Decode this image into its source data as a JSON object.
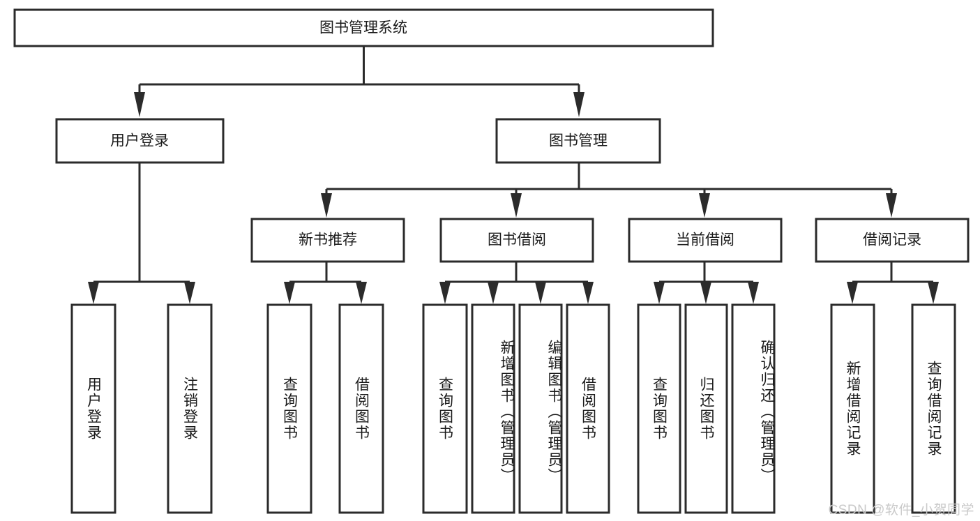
{
  "diagram": {
    "title": "图书管理系统",
    "type": "tree-hierarchy",
    "colors": {
      "box_stroke": "#2b2b2b",
      "box_fill": "#ffffff",
      "connector": "#2b2b2b",
      "text": "#1a1a1a",
      "watermark": "#c9c9c9",
      "background": "#ffffff"
    },
    "root": {
      "id": "root",
      "label": "图书管理系统",
      "orientation": "horizontal"
    },
    "level2": [
      {
        "id": "user-login",
        "label": "用户登录",
        "orientation": "horizontal"
      },
      {
        "id": "book-manage",
        "label": "图书管理",
        "orientation": "horizontal"
      }
    ],
    "level3": [
      {
        "id": "new-book-recommend",
        "label": "新书推荐",
        "orientation": "horizontal",
        "parent": "book-manage"
      },
      {
        "id": "book-borrow",
        "label": "图书借阅",
        "orientation": "horizontal",
        "parent": "book-manage"
      },
      {
        "id": "current-borrow",
        "label": "当前借阅",
        "orientation": "horizontal",
        "parent": "book-manage"
      },
      {
        "id": "borrow-record",
        "label": "借阅记录",
        "orientation": "horizontal",
        "parent": "book-manage"
      }
    ],
    "leaves": [
      {
        "id": "leaf-user-login",
        "label": "用户登录",
        "orientation": "vertical",
        "parent": "user-login"
      },
      {
        "id": "leaf-user-logout",
        "label": "注销登录",
        "orientation": "vertical",
        "parent": "user-login"
      },
      {
        "id": "leaf-query-book-1",
        "label": "查询图书",
        "orientation": "vertical",
        "parent": "new-book-recommend"
      },
      {
        "id": "leaf-borrow-book-1",
        "label": "借阅图书",
        "orientation": "vertical",
        "parent": "new-book-recommend"
      },
      {
        "id": "leaf-query-book-2",
        "label": "查询图书",
        "orientation": "vertical",
        "parent": "book-borrow"
      },
      {
        "id": "leaf-add-book",
        "label": "新增图书（管理员）",
        "orientation": "vertical",
        "parent": "book-borrow"
      },
      {
        "id": "leaf-edit-book",
        "label": "编辑图书（管理员）",
        "orientation": "vertical",
        "parent": "book-borrow"
      },
      {
        "id": "leaf-borrow-book-2",
        "label": "借阅图书",
        "orientation": "vertical",
        "parent": "book-borrow"
      },
      {
        "id": "leaf-query-book-3",
        "label": "查询图书",
        "orientation": "vertical",
        "parent": "current-borrow"
      },
      {
        "id": "leaf-return-book",
        "label": "归还图书",
        "orientation": "vertical",
        "parent": "current-borrow"
      },
      {
        "id": "leaf-confirm-return",
        "label": "确认归还（管理员）",
        "orientation": "vertical",
        "parent": "current-borrow"
      },
      {
        "id": "leaf-add-record",
        "label": "新增借阅记录",
        "orientation": "vertical",
        "parent": "borrow-record"
      },
      {
        "id": "leaf-query-record",
        "label": "查询借阅记录",
        "orientation": "vertical",
        "parent": "borrow-record"
      }
    ]
  },
  "watermark": {
    "text": "CSDN @软件_小贺同学"
  }
}
